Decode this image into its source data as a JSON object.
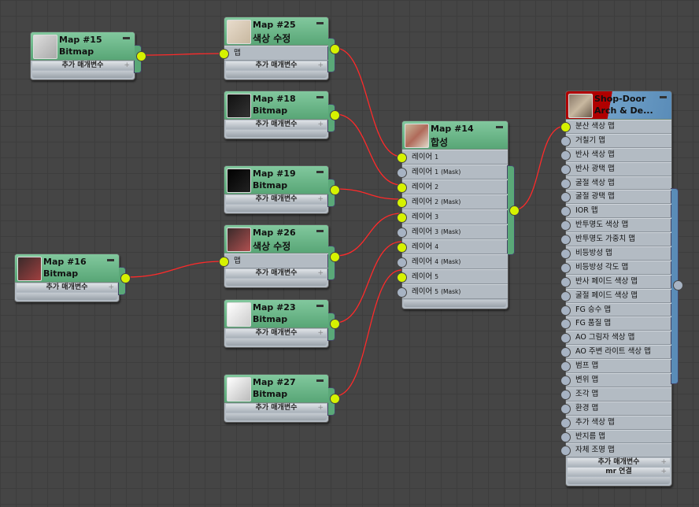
{
  "common": {
    "params_label": "추가 매개변수",
    "mr_label": "mr 연결",
    "plus": "+"
  },
  "nodes": {
    "map15": {
      "name": "Map #15",
      "type": "Bitmap"
    },
    "map25": {
      "name": "Map #25",
      "type": "색상 수정",
      "input": "맵"
    },
    "map18": {
      "name": "Map #18",
      "type": "Bitmap"
    },
    "map19": {
      "name": "Map #19",
      "type": "Bitmap"
    },
    "map26": {
      "name": "Map #26",
      "type": "색상 수정",
      "input": "맵"
    },
    "map16": {
      "name": "Map #16",
      "type": "Bitmap"
    },
    "map23": {
      "name": "Map #23",
      "type": "Bitmap"
    },
    "map27": {
      "name": "Map #27",
      "type": "Bitmap"
    },
    "map14": {
      "name": "Map #14",
      "type": "합성",
      "rows": [
        {
          "label": "레이어",
          "num": "1",
          "mask": "",
          "on": true
        },
        {
          "label": "레이어",
          "num": "1",
          "mask": "(Mask)",
          "on": false
        },
        {
          "label": "레이어",
          "num": "2",
          "mask": "",
          "on": true
        },
        {
          "label": "레이어",
          "num": "2",
          "mask": "(Mask)",
          "on": true
        },
        {
          "label": "레이어",
          "num": "3",
          "mask": "",
          "on": true
        },
        {
          "label": "레이어",
          "num": "3",
          "mask": "(Mask)",
          "on": false
        },
        {
          "label": "레이어",
          "num": "4",
          "mask": "",
          "on": true
        },
        {
          "label": "레이어",
          "num": "4",
          "mask": "(Mask)",
          "on": false
        },
        {
          "label": "레이어",
          "num": "5",
          "mask": "",
          "on": true
        },
        {
          "label": "레이어",
          "num": "5",
          "mask": "(Mask)",
          "on": false
        }
      ]
    },
    "material": {
      "name": "Shop-Door",
      "type": "Arch & De...",
      "rows": [
        {
          "label": "분산 색상 맵",
          "on": true
        },
        {
          "label": "거칠기 맵",
          "on": false
        },
        {
          "label": "반사 색상 맵",
          "on": false
        },
        {
          "label": "반사 광택 맵",
          "on": false
        },
        {
          "label": "굴절 색상 맵",
          "on": false
        },
        {
          "label": "굴절 광택 맵",
          "on": false
        },
        {
          "label": "IOR 맵",
          "on": false
        },
        {
          "label": "반투명도 색상 맵",
          "on": false
        },
        {
          "label": "반투명도 가중치 맵",
          "on": false
        },
        {
          "label": "비등방성 맵",
          "on": false
        },
        {
          "label": "비등방성 각도 맵",
          "on": false
        },
        {
          "label": "반사 페이드 색상 맵",
          "on": false
        },
        {
          "label": "굴절 페이드 색상 맵",
          "on": false
        },
        {
          "label": "FG 승수 맵",
          "on": false
        },
        {
          "label": "FG 품질 맵",
          "on": false
        },
        {
          "label": "AO 그림자 색상 맵",
          "on": false
        },
        {
          "label": "AO 주변 라이트 색상 맵",
          "on": false
        },
        {
          "label": "범프 맵",
          "on": false
        },
        {
          "label": "변위 맵",
          "on": false
        },
        {
          "label": "조각 맵",
          "on": false
        },
        {
          "label": "환경 맵",
          "on": false
        },
        {
          "label": "추가 색상 맵",
          "on": false
        },
        {
          "label": "반지름 맵",
          "on": false
        },
        {
          "label": "자체 조명 맵",
          "on": false
        }
      ]
    }
  },
  "colors": {
    "wire": "#ff2a2a",
    "socket_on": "#d6f200",
    "socket_off": "#a7b3c3",
    "map_header": "#6ab888",
    "material_header": "#5a8cb8"
  }
}
